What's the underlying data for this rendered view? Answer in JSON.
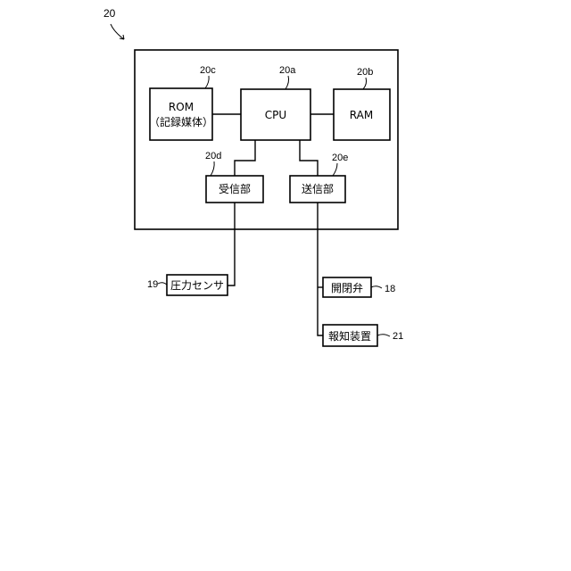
{
  "figure_ref": "20",
  "blocks": {
    "cpu": {
      "label": "CPU",
      "ref": "20a"
    },
    "ram": {
      "label": "RAM",
      "ref": "20b"
    },
    "rom": {
      "label_line1": "ROM",
      "label_line2": "（記録媒体）",
      "ref": "20c"
    },
    "receiver": {
      "label": "受信部",
      "ref": "20d"
    },
    "transmitter": {
      "label": "送信部",
      "ref": "20e"
    }
  },
  "external": {
    "pressure_sensor": {
      "label": "圧力センサ",
      "ref": "19"
    },
    "valve": {
      "label": "開閉弁",
      "ref": "18"
    },
    "notifier": {
      "label": "報知装置",
      "ref": "21"
    }
  }
}
